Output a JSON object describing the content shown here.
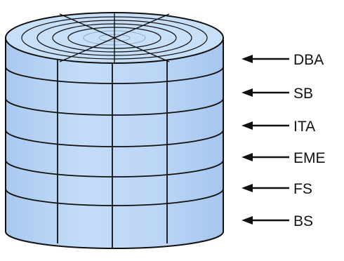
{
  "diagram": {
    "layers": [
      {
        "label": "DBA"
      },
      {
        "label": "SB"
      },
      {
        "label": "ITA"
      },
      {
        "label": "EME"
      },
      {
        "label": "FS"
      },
      {
        "label": "BS"
      }
    ]
  },
  "colors": {
    "fill": "#b9d5f6",
    "top_fill": "#c7def7",
    "stroke": "#111111"
  }
}
